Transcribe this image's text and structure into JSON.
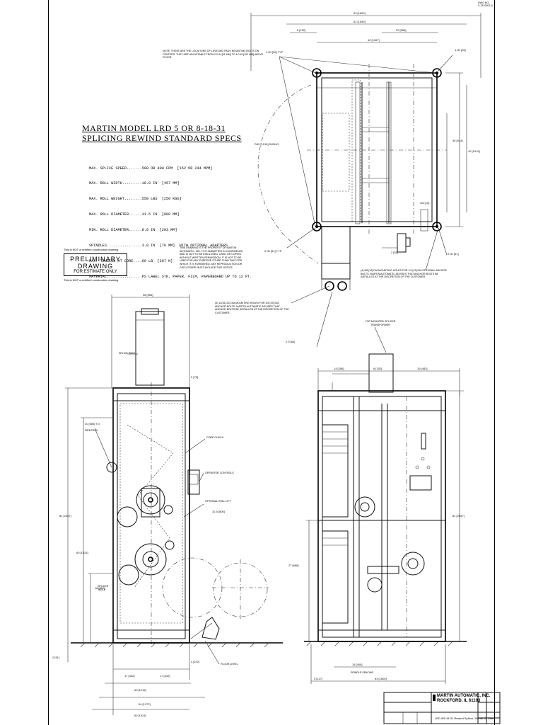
{
  "spec_title": {
    "line1": "MARTIN MODEL LRD 5 OR 8-18-31",
    "line2": "SPLICING REWIND STANDARD SPECS"
  },
  "specs": [
    "MAX. SPLICE SPEED.......500 OR 800 FPM  [152 OR 244 MPM]",
    "MAX. ROLL WIDTH.........18.0 IN  [457 MM]",
    "MAX. ROLL WEIGHT........550 LBS  [250 KGS]",
    "MAX. ROLL DIAMETER......31.5 IN  [800 MM]",
    "MIN. ROLL DIAMETER......8.0 IN  [203 MM]",
    "SPINDLES................3.0 IN  [76 MM]  WITH OPTIONAL ADAPTERS",
    "MAX. TENSION AT CORE....60 LB  [267 N]",
    "MATERIAL................PS LABEL STK, PAPER, FILM, PAPERBOARD UP TO 12 PT."
  ],
  "preliminary": {
    "note_top": "This is NOT a certified construction drawing",
    "title": "PRELIMINARY DRAWING",
    "subtitle": "FOR ESTIMATE ONLY",
    "note_bottom": "This is NOT a certified construction drawing"
  },
  "proprietary_note": "THIS DRAWING IS THE PROPERTY OF MARTIN AUTOMATIC, INC. IT IS SUBMITTED IN CONFIDENCE AND IS NOT TO BE DISCLOSED, USED OR COPIED WITHOUT WRITTEN PERMISSION. IT IS NOT TO BE USED FOR ANY PURPOSE OTHER THAN THAT FOR WHICH IT IS FURNISHED. ANY REPRODUCTION OR DISCLOSURE MUST INCLUDE THIS NOTICE.",
  "plan_notes": {
    "top": "NOTE: THESE ARE THE LOCATIONS OF LEVELING PADS MOUNTING BOLTS ON CENTERS. THEY ARE ADJUSTABLE FROM 2.0 IN [51 MM] TO 4.0 IN [102 MM] ABOVE FLOOR.",
    "mount": "(4) 5/8 [16] DIA MOUNTING HOLES FOR 1/2 [13] DIA OPTIONAL ANCHOR BOLTS. MARTIN AUTOMATIC ADVISES THAT ANCHOR BOLTS BE INSTALLED AT THE DISCRETION OF THE CUSTOMER.",
    "anchor": "(4) 13/16 [21] DIA MOUNTING HOLES FOR 3/4 [19] DIA ANCHOR BOLTS. MARTIN AUTOMATIC ADVISES THAT ANCHOR BOLTS BE INSTALLED AT THE DISCRETION OF THE CUSTOMER."
  },
  "callouts": {
    "splice_path": "SPLICE PATH",
    "operator_controls": "OPERATOR CONTROLS",
    "core_chuck": "CORE CHUCK",
    "optional_roll": "OPTIONAL ROLL LIFT",
    "web_path": "WEB PATH",
    "splicer_table": "SPLICER TABLE",
    "top_mounted": "TOP MOUNTED SPLICER TRANSFORMER",
    "spindle_spacing": "SPINDLE SPACING",
    "floor_level": "FLOOR LEVEL"
  },
  "title_block": {
    "company": "MARTIN AUTOMATIC, INC.",
    "city": "ROCKFORD, IL  61103",
    "description": "LRD 5/8-18-31 Rewind Splicer, 18 inw, 31 Diam."
  },
  "drawing_number": {
    "label": "DWG NO.",
    "value": "X-3110001-A"
  }
}
